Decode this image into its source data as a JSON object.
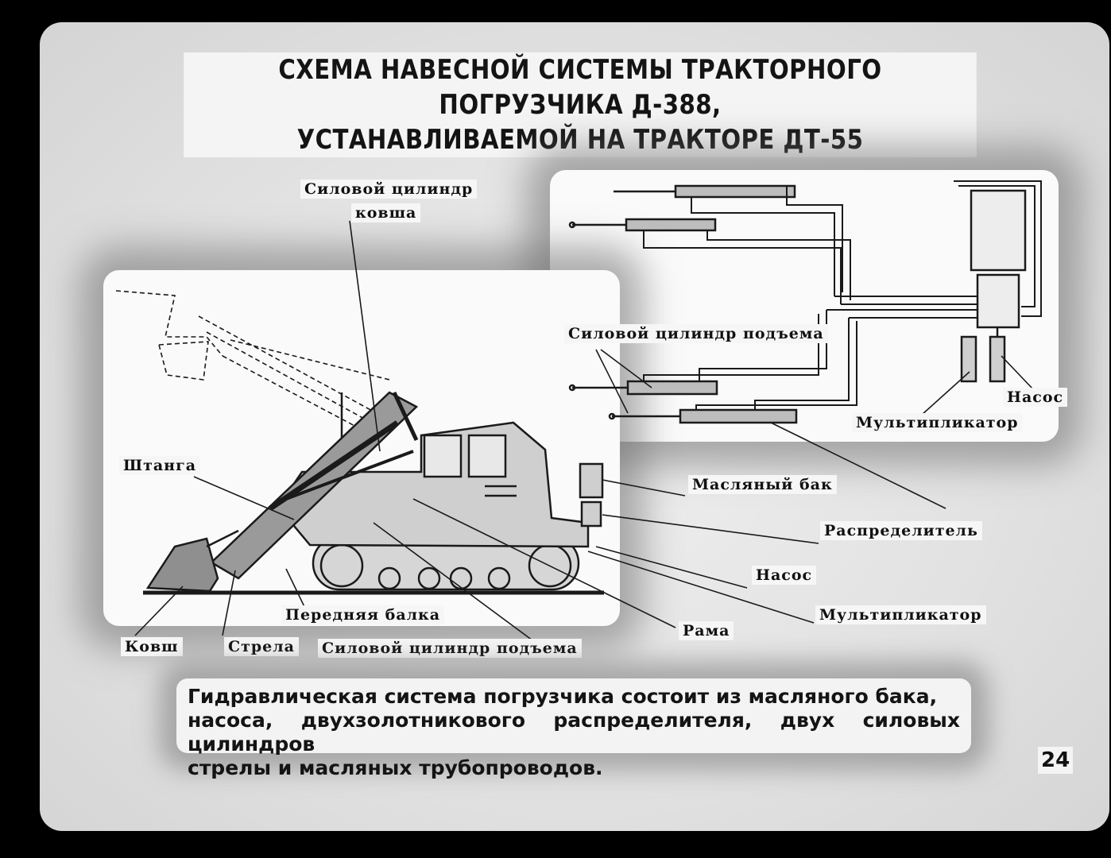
{
  "title": {
    "line1": "СХЕМА НАВЕСНОЙ СИСТЕМЫ ТРАКТОРНОГО ПОГРУЗЧИКА Д-388,",
    "line2": "УСТАНАВЛИВАЕМОЙ НА ТРАКТОРЕ ДТ-55"
  },
  "labels": {
    "bucket_cylinder_1": "Силовой цилиндр",
    "bucket_cylinder_2": "ковша",
    "rod": "Штанга",
    "front_beam": "Передняя балка",
    "bucket": "Ковш",
    "boom": "Стрела",
    "lift_cylinder_bottom": "Силовой цилиндр подъема",
    "oil_tank": "Масляный бак",
    "distributor": "Распределитель",
    "pump": "Насос",
    "multiplier": "Мультипликатор",
    "frame": "Рама",
    "schema_lift_cylinder": "Силовой цилиндр подъема",
    "schema_pump": "Насос",
    "schema_multiplier": "Мультипликатор"
  },
  "note": {
    "line1": "Гидравлическая система погрузчика состоит из масляного бака,",
    "line2": "насоса, двухзолотникового распределителя, двух силовых цилиндров",
    "line3": "стрелы и масляных трубопроводов."
  },
  "page_number": "24"
}
